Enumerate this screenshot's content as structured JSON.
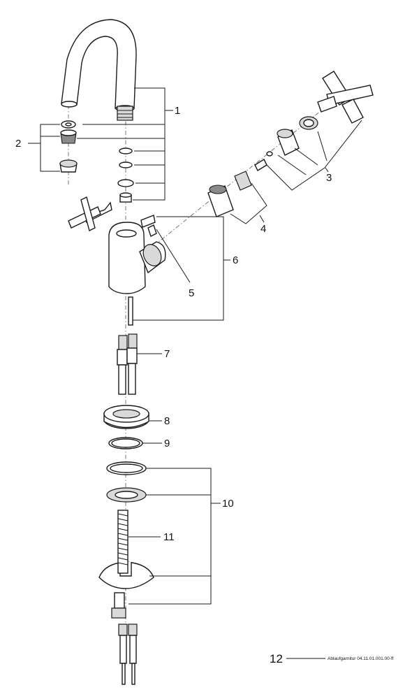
{
  "callouts": {
    "c1": "1",
    "c2": "2",
    "c3": "3",
    "c4": "4",
    "c5": "5",
    "c6": "6",
    "c7": "7",
    "c8": "8",
    "c9": "9",
    "c10": "10",
    "c11": "11",
    "c12": "12"
  },
  "footnote": {
    "text": "Ablaufgarnitur 04.11.01.001.00-ff"
  }
}
